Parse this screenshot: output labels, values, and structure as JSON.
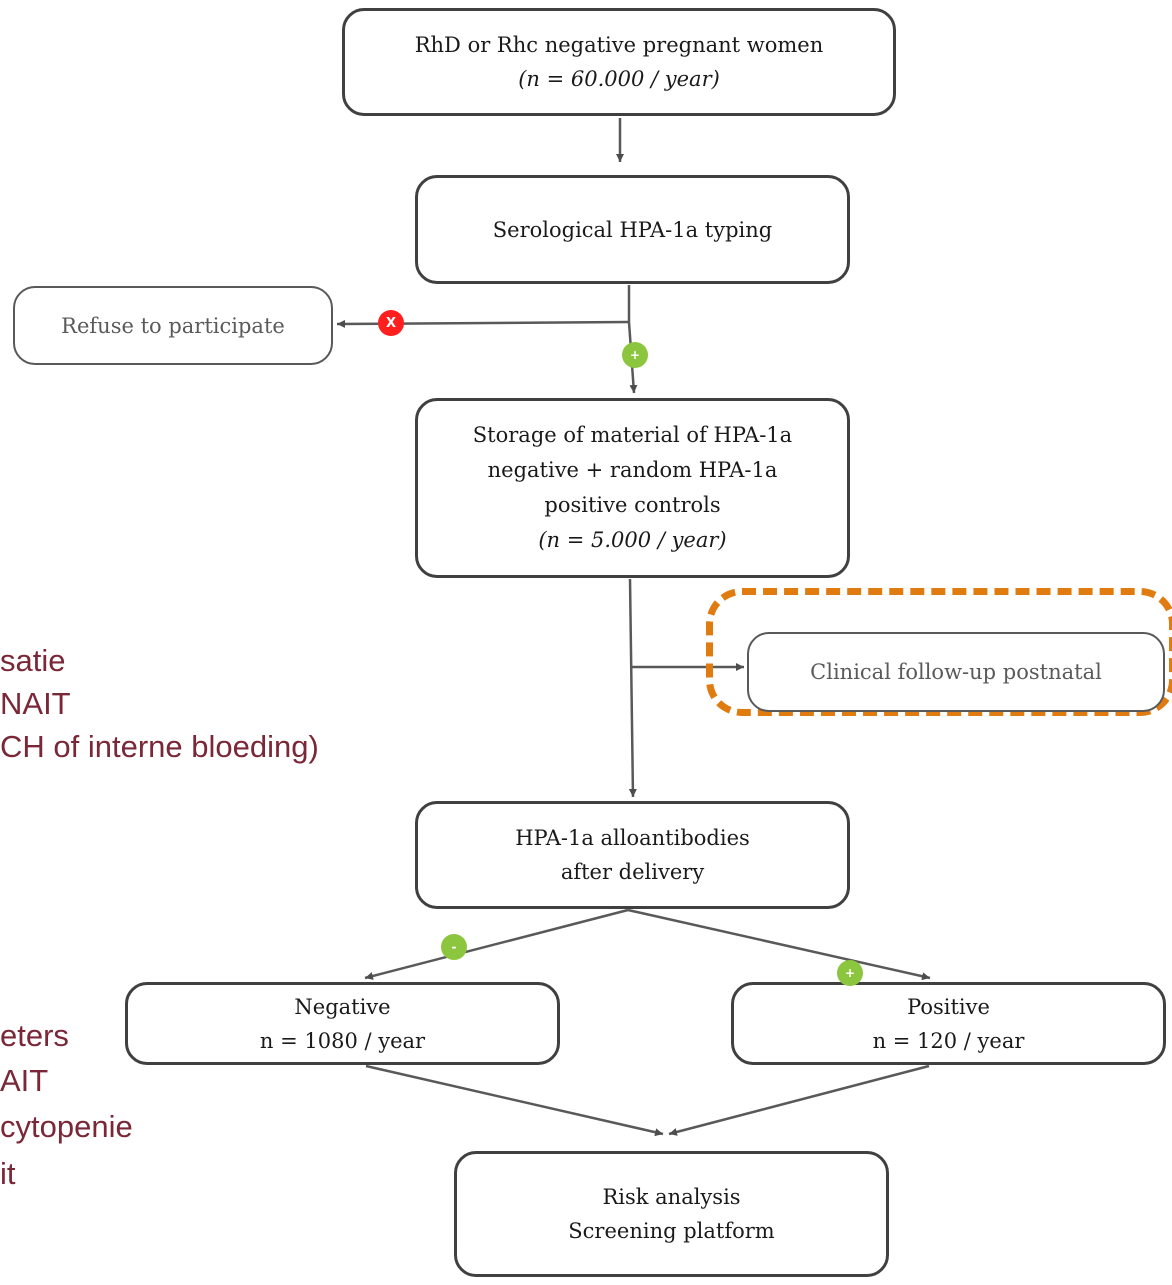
{
  "boxes": {
    "start": {
      "line1": "RhD or Rhc negative pregnant women",
      "line2": "(n = 60.000 / year)"
    },
    "typing": {
      "line1": "Serological HPA-1a typing"
    },
    "refuse": {
      "line1": "Refuse to participate"
    },
    "storage": {
      "line1": "Storage of material of HPA-1a",
      "line2": "negative + random HPA-1a",
      "line3": "positive controls",
      "line4": "(n = 5.000 / year)"
    },
    "followup": {
      "line1": "Clinical follow-up postnatal"
    },
    "alloantibodies": {
      "line1": "HPA-1a alloantibodies",
      "line2": "after delivery"
    },
    "negative": {
      "line1": "Negative",
      "line2": "n = 1080 / year"
    },
    "positive": {
      "line1": "Positive",
      "line2": "n = 120 / year"
    },
    "risk": {
      "line1": "Risk analysis",
      "line2": "Screening platform"
    }
  },
  "badges": {
    "refuse": "X",
    "plus1": "+",
    "minus": "-",
    "plus2": "+"
  },
  "background_text": {
    "line1": "satie",
    "line2": "NAIT",
    "line3": "CH of interne bloeding)",
    "line4": "eters",
    "line5": "AIT",
    "line6": "cytopenie",
    "line7": "it"
  },
  "colors": {
    "box_border": "#404040",
    "background_text": "#7a2837",
    "dashed_highlight": "#e07b10",
    "badge_red": "#ff1f1f",
    "badge_green": "#8cc63f"
  }
}
